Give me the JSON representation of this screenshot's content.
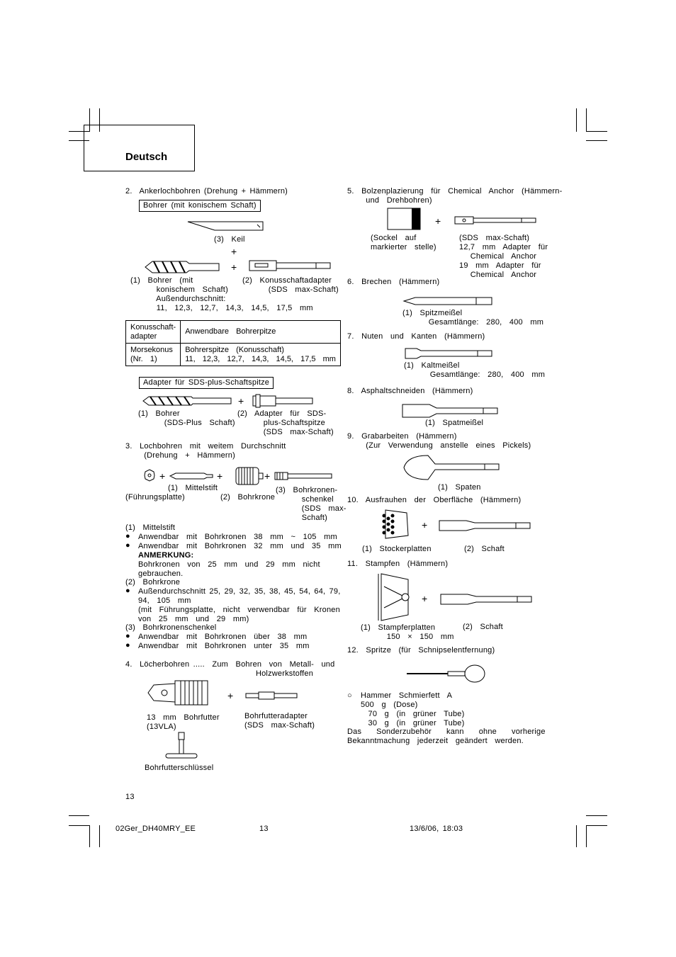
{
  "header": {
    "language": "Deutsch"
  },
  "left": {
    "s2_title": "2.  Ankerlochbohren (Drehung + Hämmern)",
    "s2_box": "Bohrer (mit konischem Schaft)",
    "s2_keil": "(3)  Keil",
    "s2_plus": "+",
    "s2_bohrer": "(1)  Bohrer  (mit\n       konischem  Schaft)\n       Außendurchschnitt:\n       11,  12,3,  12,7,  14,3,  14,5,  17,5  mm",
    "s2_adapter": "(2)  Konusschaftadapter\n       (SDS  max-Schaft)",
    "table": {
      "h1": "Konusschaft-\nadapter",
      "h2": "Anwendbare  Bohrerpitze",
      "r1": "Morsekonus\n(Nr.  1)",
      "r2": "Bohrerspitze  (Konusschaft)\n11,  12,3,  12,7,  14,3,  14,5,  17,5  mm"
    },
    "sds_box": "Adapter für SDS-plus-Schaftspitze",
    "sds_bohrer": "(1)  Bohrer\n       (SDS-Plus  Schaft)",
    "sds_adapter": "(2)  Adapter  für  SDS-\n       plus-Schaftspitze\n       (SDS  max-Schaft)",
    "s3_title": "3.  Lochbohren  mit  weitem  Durchschnitt\n     (Drehung  +  Hämmern)",
    "s3_mittel": "(1)  Mittelstift",
    "s3_fuehr": "(Führungsplatte)",
    "s3_krone": "(2)  Bohrkrone",
    "s3_schenkel": "(3)  Bohrkronen-\n       schenkel\n       (SDS  max-\n       Schaft)",
    "n1": "(1)  Mittelstift",
    "n1a": "Anwendbar  mit  Bohrkronen  38  mm  ~  105  mm",
    "n1b": "Anwendbar  mit  Bohrkronen  32  mm  und  35  mm",
    "n_anm": "ANMERKUNG:",
    "n_anm_text": "Bohrkronen  von  25  mm  und  29  mm  nicht\ngebrauchen.",
    "n2": "(2)  Bohrkrone",
    "n2a": "Außendurchschnitt 25, 29, 32, 35, 38, 45, 54, 64, 79,\n94,  105  mm\n(mit  Führungsplatte,  nicht  verwendbar  für  Kronen\nvon  25  mm  und  29  mm)",
    "n3": "(3)  Bohrkronenschenkel",
    "n3a": "Anwendbar  mit  Bohrkronen  über  38  mm",
    "n3b": "Anwendbar  mit  Bohrkronen  unter  35  mm",
    "s4_title": "4.  Löcherbohren .....  Zum  Bohren  von  Metall-  und\n                                   Holzwerkstoffen",
    "s4_futter": "13  mm  Bohrfutter\n(13VLA)",
    "s4_adapter": "Bohrfutteradapter\n(SDS  max-Schaft)",
    "s4_key": "Bohrfutterschlüssel"
  },
  "right": {
    "s5_title": "5.  Bolzenplazierung  für  Chemical  Anchor  (Hämmern-\n     und  Drehbohren)",
    "s5_sockel": "(Sockel  auf\nmarkierter  stelle)",
    "s5_sds": "(SDS  max-Schaft)\n12,7  mm  Adapter  für\n   Chemical  Anchor\n19  mm  Adapter  für\n   Chemical  Anchor",
    "s6_title": "6.  Brechen  (Hämmern)",
    "s6_item": "(1)  Spitzmeißel\n       Gesamtlänge:  280,  400  mm",
    "s7_title": "7.  Nuten  und  Kanten  (Hämmern)",
    "s7_item": "(1)  Kaltmeißel\n       Gesamtlänge:  280,  400  mm",
    "s8_title": "8.  Asphaltschneiden  (Hämmern)",
    "s8_item": "(1)  Spatmeißel",
    "s9_title": "9.  Grabarbeiten  (Hämmern)\n     (Zur  Verwendung  anstelle  eines  Pickels)",
    "s9_item": "(1)  Spaten",
    "s10_title": "10.  Ausfrauhen  der  Oberfläche  (Hämmern)",
    "s10_a": "(1)  Stockerplatten",
    "s10_b": "(2)  Schaft",
    "s11_title": "11.  Stampfen  (Hämmern)",
    "s11_a": "(1)  Stampferplatten\n       150  ×  150  mm",
    "s11_b": "(2)  Schaft",
    "s12_title": "12.  Spritze  (für  Schnipselentfernung)",
    "grease_title": "Hammer  Schmierfett  A",
    "grease_lines": "500  g  (Dose)\n  70  g  (in  grüner  Tube)\n  30  g  (in  grüner  Tube)",
    "footer_note": "Das    Sonderzubehör    kann    ohne    vorherige\nBekanntmachung  jederzeit  geändert  werden."
  },
  "page_number": "13",
  "footer": {
    "file": "02Ger_DH40MRY_EE",
    "page": "13",
    "date": "13/6/06, 18:03"
  }
}
